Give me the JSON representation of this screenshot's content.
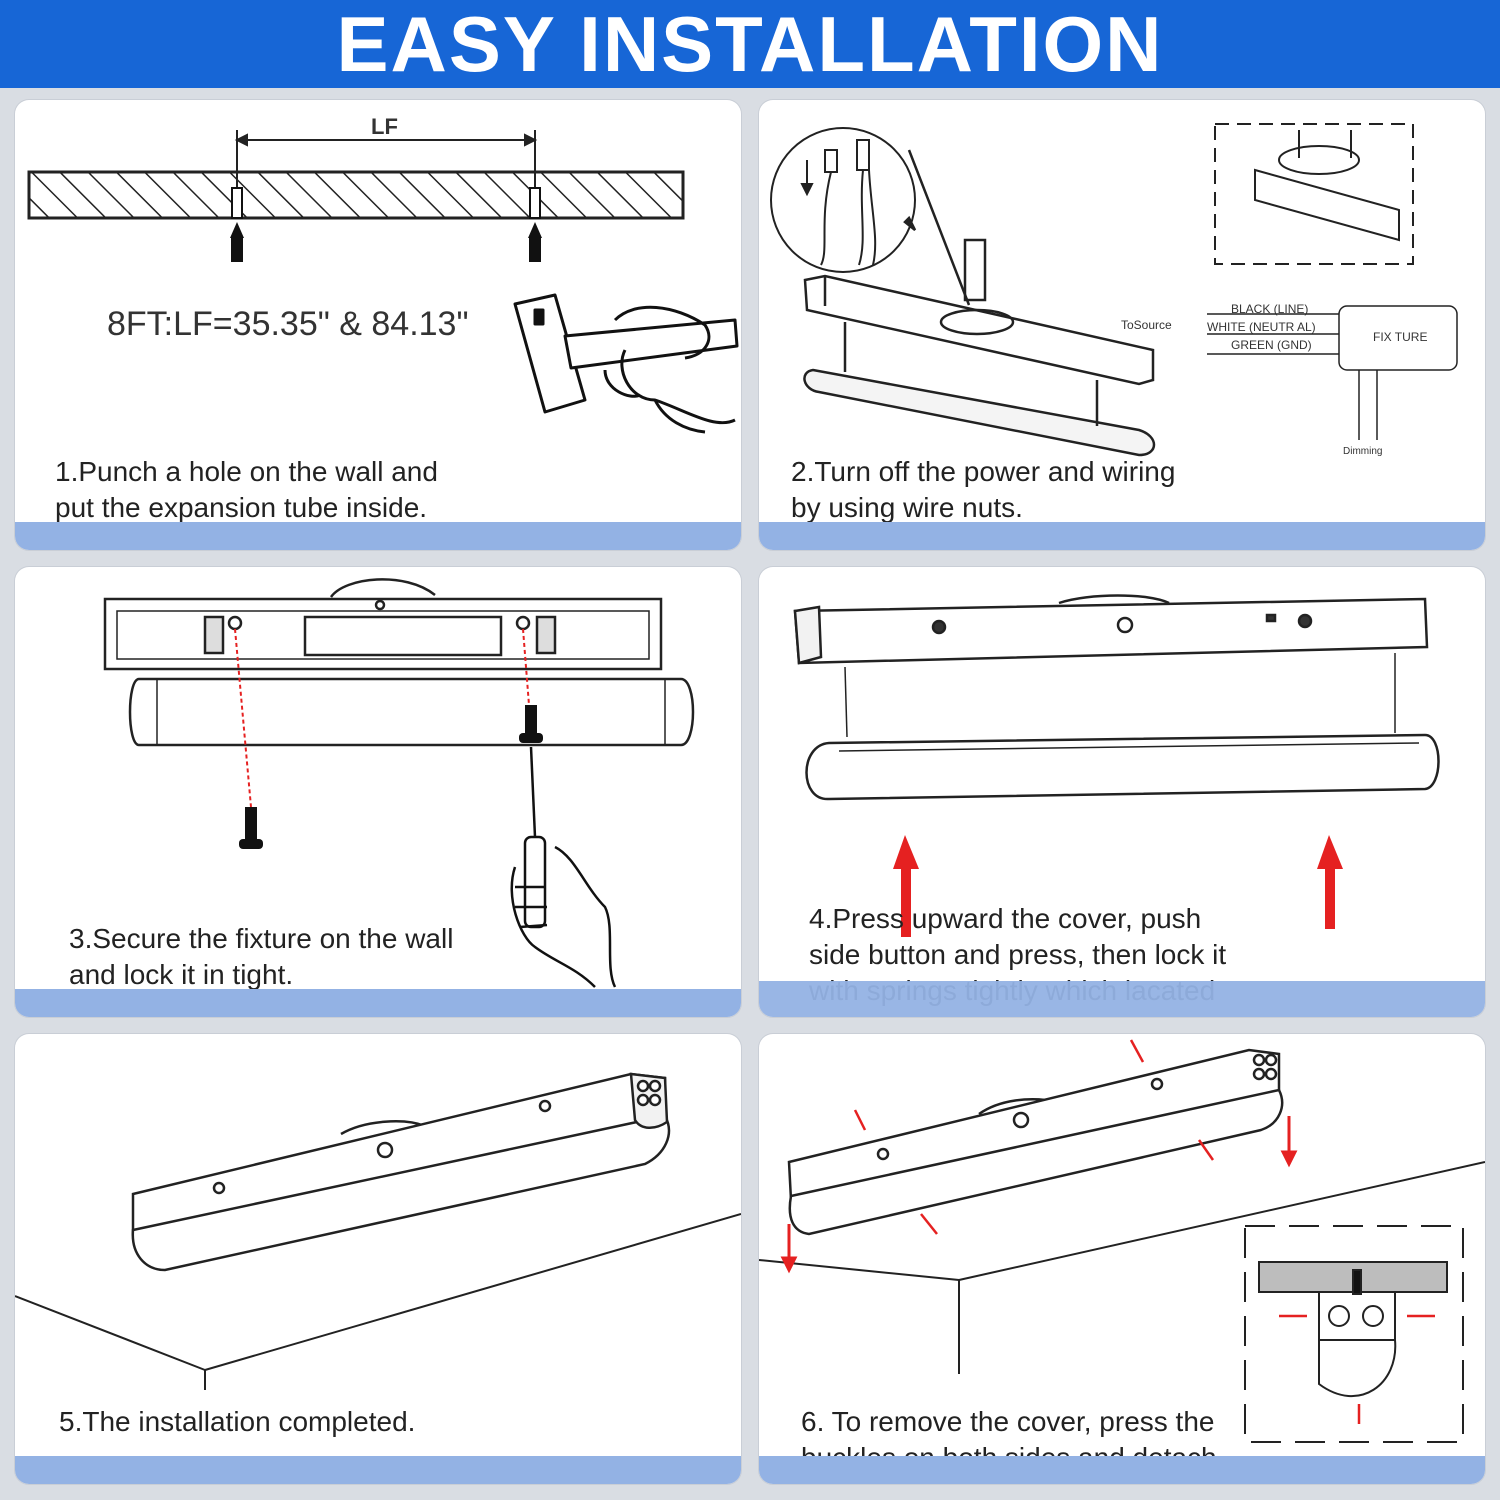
{
  "banner": {
    "title": "EASY INSTALLATION",
    "color": "#1766d6"
  },
  "accent_red": "#e52121",
  "band_color": "#93b2e4",
  "steps": [
    {
      "caption_line1": "1.Punch a hole on the wall and",
      "caption_line2": "put the expansion tube inside.",
      "dim_label": "LF",
      "measure": "8FT:LF=35.35\" & 84.13\"",
      "icon": "hammer-icon"
    },
    {
      "caption_line1": "2.Turn off the power and wiring",
      "caption_line2": "by using wire nuts.",
      "to_source": "ToSource",
      "wire_black": "BLACK (LINE)",
      "wire_white": "WHITE (NEUTR AL)",
      "wire_green": "GREEN (GND)",
      "fixture_label": "FIX TURE",
      "dimming_label": "Dimming",
      "icon": "wire-nut-icon"
    },
    {
      "caption_line1": "3.Secure the fixture on the wall",
      "caption_line2": "and lock it in tight.",
      "icon": "screwdriver-icon"
    },
    {
      "caption_line1": "4.Press upward the cover, push",
      "caption_line2": "side button and press, then lock it",
      "caption_line3": "with springs tightly which lacated",
      "icon": "arrow-up-icon"
    },
    {
      "caption_line1": "5.The installation completed.",
      "icon": "fixture-icon"
    },
    {
      "caption_line1": "6. To remove the cover, press the",
      "caption_line2": "buckles on both sides and detach",
      "icon": "arrow-down-icon"
    }
  ]
}
